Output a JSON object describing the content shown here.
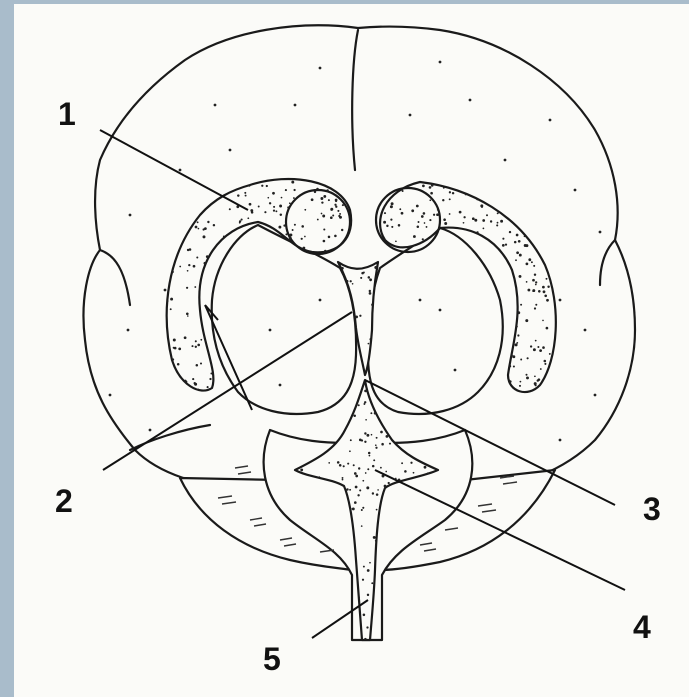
{
  "diagram": {
    "labels": [
      "1",
      "2",
      "3",
      "4",
      "5"
    ]
  },
  "colors": {
    "frame": "#a9bccb",
    "paper": "#fbfbf8",
    "ink": "#1a1a1a"
  }
}
